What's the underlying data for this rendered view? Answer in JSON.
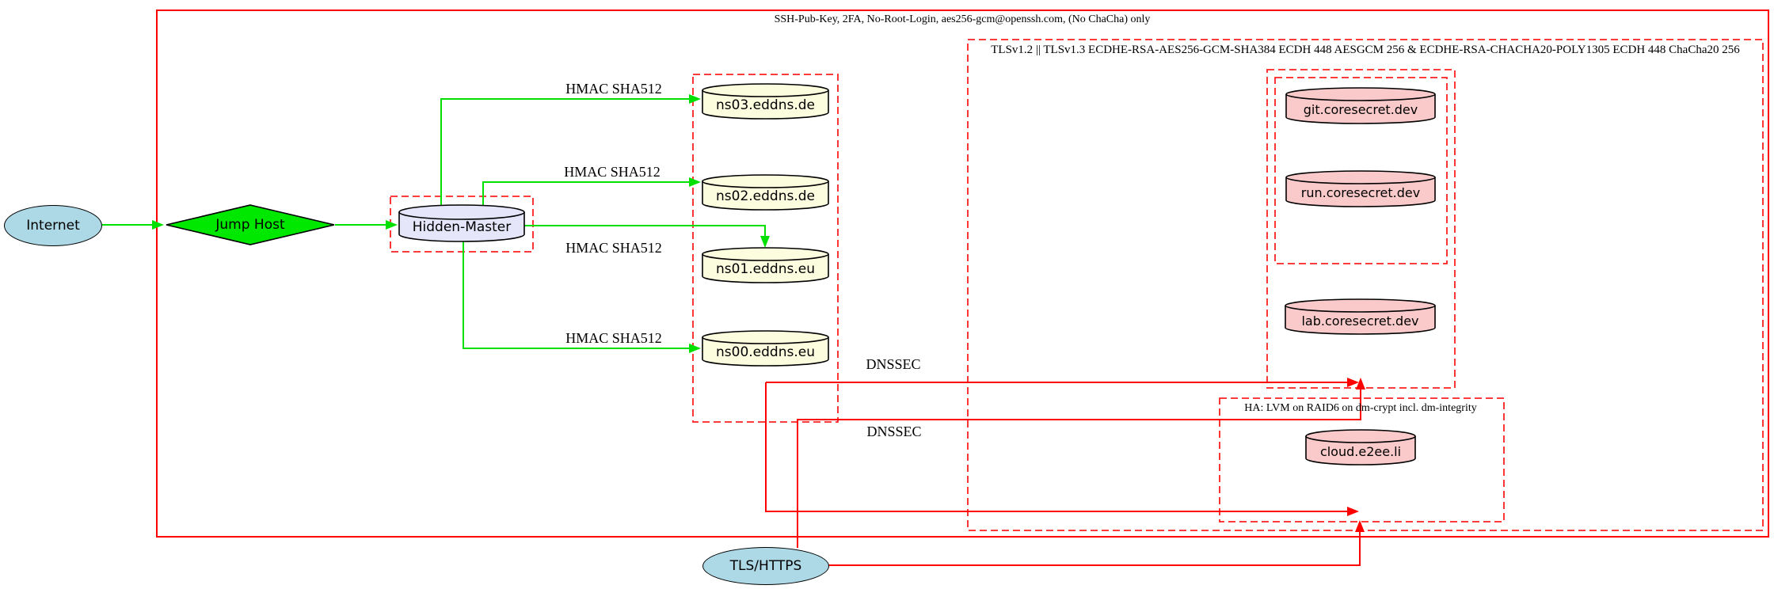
{
  "diagram": {
    "outer_box_label": "SSH-Pub-Key, 2FA, No-Root-Login, aes256-gcm@openssh.com, (No ChaCha) only",
    "tls_cluster_label": "TLSv1.2 || TLSv1.3 ECDHE-RSA-AES256-GCM-SHA384 ECDH 448 AESGCM 256 & ECDHE-RSA-CHACHA20-POLY1305 ECDH 448 ChaCha20 256",
    "ha_cluster_label": "HA: LVM on RAID6 on dm-crypt incl. dm-integrity",
    "nodes": {
      "internet": {
        "label": "Internet",
        "shape": "ellipse"
      },
      "jump_host": {
        "label": "Jump Host",
        "shape": "diamond"
      },
      "hidden_master": {
        "label": "Hidden-Master",
        "shape": "cylinder"
      },
      "ns03": {
        "label": "ns03.eddns.de",
        "shape": "cylinder"
      },
      "ns02": {
        "label": "ns02.eddns.de",
        "shape": "cylinder"
      },
      "ns01": {
        "label": "ns01.eddns.eu",
        "shape": "cylinder"
      },
      "ns00": {
        "label": "ns00.eddns.eu",
        "shape": "cylinder"
      },
      "git": {
        "label": "git.coresecret.dev",
        "shape": "cylinder"
      },
      "run": {
        "label": "run.coresecret.dev",
        "shape": "cylinder"
      },
      "lab": {
        "label": "lab.coresecret.dev",
        "shape": "cylinder"
      },
      "cloud": {
        "label": "cloud.e2ee.li",
        "shape": "cylinder"
      },
      "tls_https": {
        "label": "TLS/HTTPS",
        "shape": "ellipse"
      }
    },
    "edge_labels": {
      "hmac": "HMAC SHA512",
      "dnssec": "DNSSEC"
    },
    "colors": {
      "secure-edge": "#00e000",
      "jump-fill": "#00e800",
      "red-edge": "#ff0000",
      "cluster-border": "#ff2020",
      "dns-fill": "#fcfcdf",
      "web-fill": "#facaca",
      "master-fill": "#e6e6fa",
      "endpoint-fill": "#add8e6"
    }
  }
}
